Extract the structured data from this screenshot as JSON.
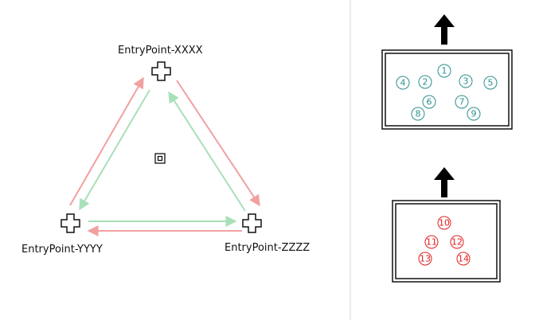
{
  "entry_points": [
    {
      "id": "xxxx",
      "label": "EntryPoint-XXXX"
    },
    {
      "id": "yyyy",
      "label": "EntryPoint-YYYY"
    },
    {
      "id": "zzzz",
      "label": "EntryPoint-ZZZZ"
    }
  ],
  "icons": {
    "entry_point": "cross-outline-icon",
    "center": "target-square-icon",
    "direction": "arrow-up-icon"
  },
  "colors": {
    "arrow_green": "#a8e0b8",
    "arrow_red": "#f2a0a0",
    "teal": "#2a8f8f",
    "red": "#e02020"
  },
  "panels": [
    {
      "id": "top",
      "color": "teal",
      "numbers": [
        "1",
        "2",
        "3",
        "4",
        "5",
        "6",
        "7",
        "8",
        "9"
      ]
    },
    {
      "id": "bottom",
      "color": "red",
      "numbers": [
        "10",
        "11",
        "12",
        "13",
        "14"
      ]
    }
  ]
}
